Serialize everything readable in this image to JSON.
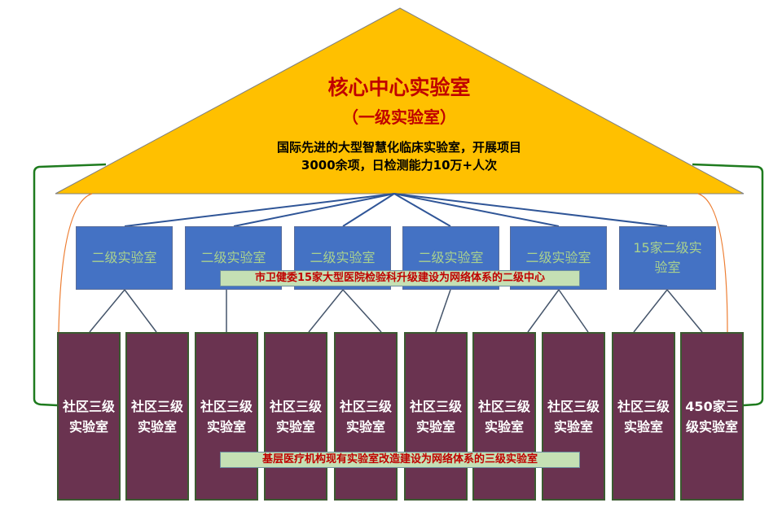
{
  "core": {
    "title": "核心中心实验室",
    "subtitle": "（一级实验室）",
    "description_line1": "国际先进的大型智慧化临床实验室，开展项目",
    "description_line2": "3000余项，日检测能力10万+人次"
  },
  "level2": {
    "boxes": [
      "二级实验室",
      "二级实验室",
      "二级实验室",
      "二级实验室",
      "二级实验室",
      "15家二级实验室"
    ],
    "band_label": "市卫健委15家大型医院检验科升级建设为网络体系的二级中心"
  },
  "level3": {
    "boxes": [
      "社区三级实验室",
      "社区三级实验室",
      "社区三级实验室",
      "社区三级实验室",
      "社区三级实验室",
      "社区三级实验室",
      "社区三级实验室",
      "社区三级实验室",
      "社区三级实验室",
      "450家三级实验室"
    ],
    "band_label": "基层医疗机构现有实验室改造建设为网络体系的三级实验室"
  },
  "colors": {
    "core": "#ffc000",
    "level2": "#4472c4",
    "level3": "#6a3350",
    "band": "#c5e0b4",
    "accent_text": "#c00000"
  }
}
